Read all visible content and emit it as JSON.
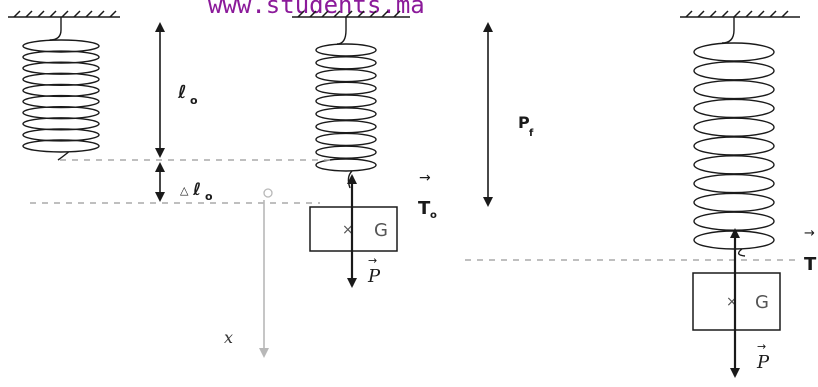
{
  "watermark": "www.students.ma",
  "labels": {
    "l0": "ℓ",
    "l0_sub": "o",
    "delta": "△",
    "delta_l0": "ℓ",
    "delta_l0_sub": "o",
    "origin": "o",
    "lf": "P",
    "lf_sub": "f",
    "T0": "T",
    "T0_sub": "o",
    "T0_arrow": "→",
    "G1": "G",
    "G1_cross": "×",
    "P1": "P",
    "P1_arrow": "→",
    "x_axis": "x",
    "G2": "G",
    "G2_cross": "×",
    "P2": "P",
    "P2_arrow": "→",
    "T2": "T",
    "T2_arrow": "→"
  },
  "colors": {
    "ink": "#1a1a1a",
    "dashed": "#aaaaaa",
    "axis": "#b8b8b8",
    "watermark": "#8b1a9a"
  }
}
